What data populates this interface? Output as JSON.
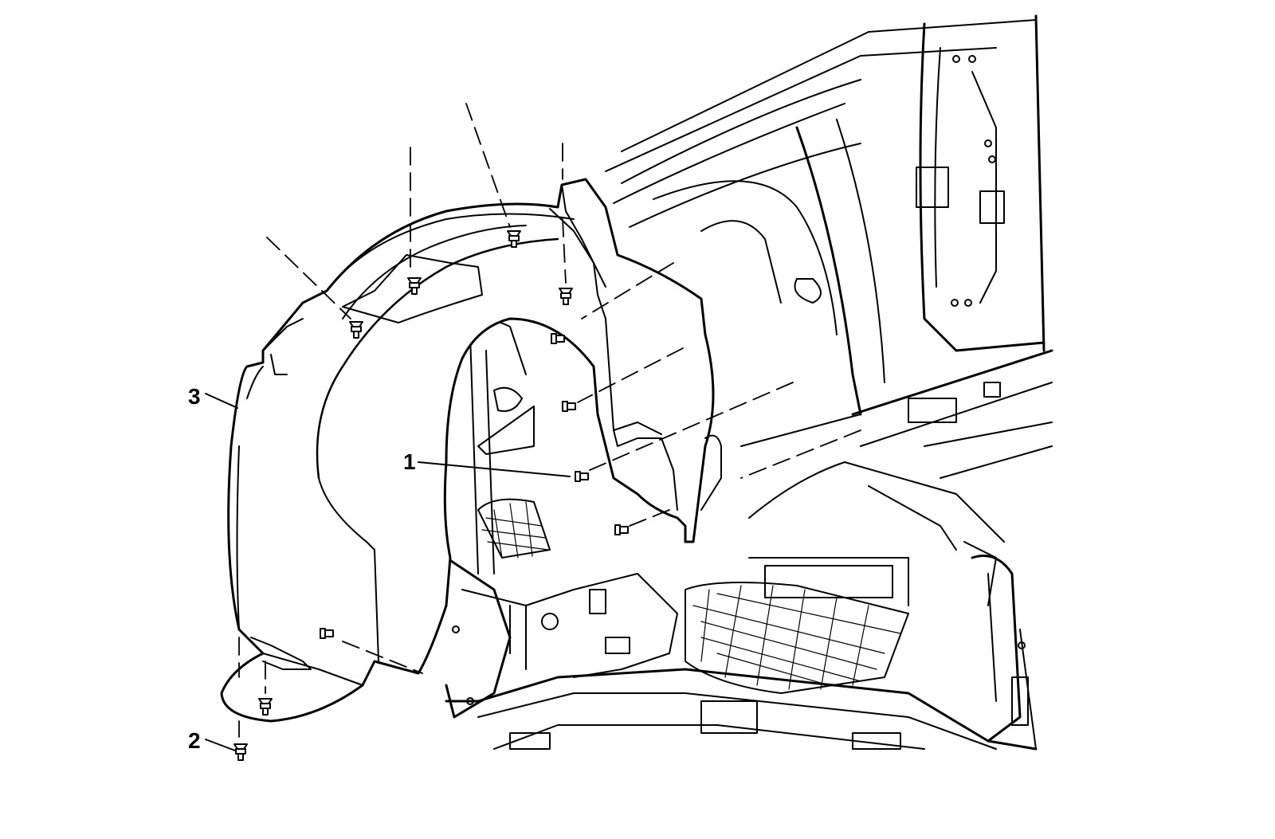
{
  "diagram": {
    "callouts": [
      {
        "id": "1",
        "label": "1",
        "part": "wheelhouse-liner-fastener"
      },
      {
        "id": "2",
        "label": "2",
        "part": "lower-liner-fastener"
      },
      {
        "id": "3",
        "label": "3",
        "part": "front-wheelhouse-liner"
      }
    ],
    "colors": {
      "line": "#000000",
      "fill": "#ffffff",
      "background": "#ffffff"
    }
  }
}
